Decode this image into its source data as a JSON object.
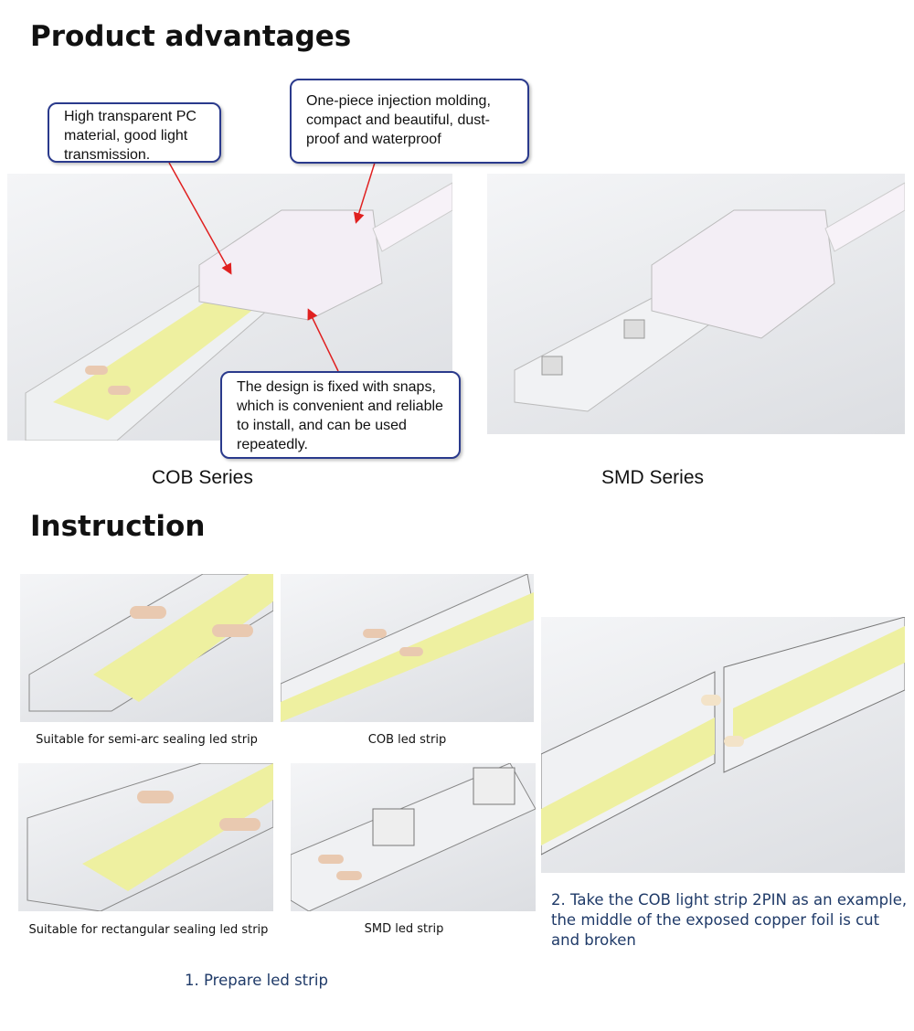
{
  "sections": {
    "advantages_title": "Product advantages",
    "instruction_title": "Instruction"
  },
  "callouts": [
    "High transparent PC material, good light transmission.",
    "One-piece injection molding, compact and beautiful, dust-proof and waterproof",
    "The design is fixed with snaps, which is convenient and reliable to install, and can be used repeatedly."
  ],
  "series": {
    "cob": "COB Series",
    "smd": "SMD Series"
  },
  "instruction": {
    "captions": [
      "Suitable for semi-arc sealing led strip",
      "COB led strip",
      "Suitable for rectangular sealing led strip",
      "SMD led strip"
    ],
    "step1": "1. Prepare led strip",
    "step2": "2. Take the COB light strip 2PIN as an example, the middle of the exposed copper foil is cut and broken"
  },
  "colors": {
    "accent_red": "#e02020",
    "callout_border": "#2a3a8c",
    "step_text": "#1f3a68",
    "cob_yellow": "#eef0a0"
  }
}
